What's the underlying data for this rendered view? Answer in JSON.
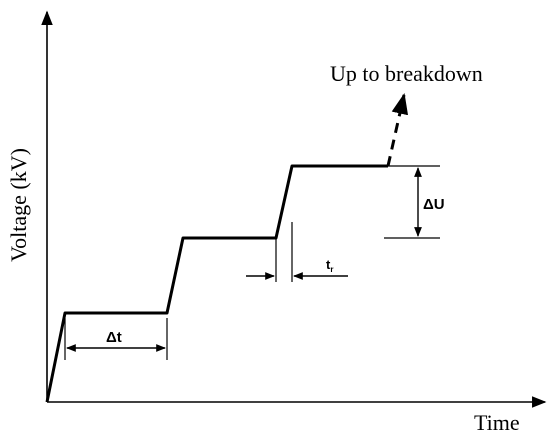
{
  "diagram": {
    "y_axis_label": "Voltage (kV)",
    "x_axis_label": "Time",
    "breakdown_label": "Up to breakdown",
    "step_duration_label": "Δt",
    "step_height_label": "ΔU",
    "rise_time_label": "t",
    "rise_time_subscript": "r",
    "line_color": "#000000"
  }
}
